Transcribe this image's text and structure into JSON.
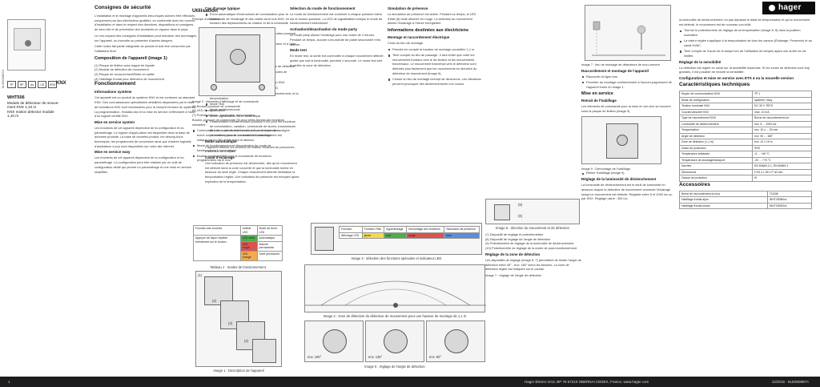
{
  "brand": {
    "logo_text": "hager",
    "accent": "#0b0b0b"
  },
  "product": {
    "side_code": "6LE000887A",
    "approval_marks": [
      "TP",
      "RF",
      "(h)",
      "CE",
      "IP20"
    ],
    "knx_mark": "KNX",
    "code": "WHT506",
    "lines": [
      "Module de détecteur de mouve-",
      "ment KNX 1,10 m",
      "KNX motion detector module",
      "1,10 m"
    ]
  },
  "col1": {
    "safety_title": "Consignes de sécurité",
    "safety_p1": "L'installation et le montage d'appareils élec-triques doivent être effectués uniquement par des électriciens qualifiés, en conformité avec les normes d'installation et dans le respect des directives, dispositions et consignes de sécu-rité et de prévention des accidents en vigueur dans le pays.",
    "safety_p2": "Le non-respect des consignes d'installation peut entraîner des dommages sur l'appareil, un incendie ou présenter d'autres dangers.",
    "safety_p3": "Cette notice fait partie intégrante du produit et doit être conservée par l'utilisateur final.",
    "composition_title": "Composition de l'appareil (image 1)",
    "composition_items": [
      "(1) Plaque de finition avec bague de façade",
      "(2) Module de détection de mouvement",
      "(3) Plaque de recouvrement/Bride en saillie",
      "(4) Habillage frontal pour détecteur de mouvement"
    ],
    "function_title": "Fonctionnement",
    "system_info_title": "Informations système",
    "system_info_p": "Cet appareil est un produit du système KNX et est conforme au standard KNX. Des connaissances spécialisées détaillées dispensées par le biais de formations KNX sont nécessaires pour la compré-hension du système. La programmation, l'installa-tion et la mise en service s'effectuent à l'aide d'un logiciel certifié KNX.",
    "easy_title": "Mise en service system",
    "easy_p": "Les fonctions de cet appareil dépendent de la configuration et du paramétrage. Le logiciel d'appli-cation est disponible dans la base de données produits. La base de données produit, les descrip-tions techniques, les programmes de conversion ainsi que d'autres logiciels d'assistance à jour sont disponibles sur notre site Internet.",
    "easy2_title": "Mise en service easy",
    "easy2_p": "Les fonctions de cet appareil dépendent de la configuration et du paramétrage. La configuration peut être réalisée par un outil de configuration dédié qui permet un paramétrage et une mise en service simplifiés."
  },
  "col2": {
    "usage_title": "Cas d'usage typique",
    "usage_items": [
      "Envoi automatique d'instructions de commutation pour la commande de l'éclairage et des volets via le bus KNX, en fonction des déplacements de chaleur et de la luminosité ambiante",
      "Commande manuelle de fonctions KNX via le bouton-poussoir intégré",
      "Convient uniquement pour une utilisation à l'intérieur et à l'abri de toute humidité",
      "Montage dans une boîte d'encastrement"
    ],
    "features_title": "Caractéristiques du produit",
    "features_items": [
      "Angle de détection réglable pour adapter la zone de détection",
      "Bouton-poussoir intégré pour la sélection des modes de fonctionnement Automatique/ Marche/Arrêt",
      "Seuil de luminosité réglable par potentiomètre ou KNX",
      "Indication des modes de fonctionnement par LED",
      "Potentiomètre pour régler la luminosité de dé-clenchement, et la temporisation",
      "Mode Test",
      "Mode multifonctionnel",
      "Mode signalisation via le canal sépar",
      "Paramétrable comme bouton-poussoir KNX pour les fonctions de commutation, variation, commande de stores, transmission de valeur, commande forcée, scène et valeur de consigne paramétrée pour la commande de chauffage"
    ],
    "operating_title": "Mode automatique",
    "operating_p": "L'appareil détecte les sources de chaleur émanant de personnes, d'animaux ou d'objets.",
    "behaviour_title": "Canal d'éclairage",
    "behaviour_p": "Une indication de présence est déclenchée, dès qu'un mouvement est détecté dans la zone couverte et que la luminosité tombe en dessous du seuil réglé. Chaque mouvement détecté réinitialise la temporisation réglée. Une indication de présence est envoyée après expiration de la temporisation."
  },
  "col3": {
    "use_title": "Utilisation",
    "principle_label": "Principe d'utilisation",
    "fig2_caption": "Image 2 : éléments d'affichage et de commande",
    "fig2_items": [
      "(5) Bouton-poussoir de commande",
      "(6) LED de signalisation",
      "(7) Potentiomètres : luminosité, temporisation"
    ],
    "func_p": "Bouton-poussoir de commande (5) pour sélec-tionner les fonctions suivantes :",
    "func_items": [
      "Commutation du mode de fonctionnement par une pression brève sur le bouton-poussoir. Le mode de fonctionnement est indiqué par la LED d'état selon le tableau.",
      "Mode de fonctionnement et désactivation du mode de fonctionnement automatique",
      "Bouton-poussoir KNX pour la commande de fonctions programmées via le bus."
    ],
    "table1_caption": "Tableau 1 : modes de fonctionnement",
    "table1_headers": [
      "Fonction des touches",
      "Indicat. LED",
      "Mode de fonct. LED"
    ],
    "table1_rows": [
      [
        "Appuyer de façon répétée brièvement sur le bouton",
        "LED verte",
        "Automatique"
      ],
      [
        "",
        "LED rouge",
        "Marche permanente"
      ],
      [
        "",
        "LED orange",
        "Arrêt permanent"
      ]
    ],
    "fig1_caption": "Image 1 : Description de l'appareil",
    "fig1_labels": [
      "(1)",
      "(2)",
      "(3)",
      "(4)"
    ]
  },
  "col4": {
    "sel_title": "Sélection du mode de fonctionnement",
    "sel_p": "Le mode de fonctionnement est commuté à chaque pression brève sur le bouton-poussoir. La LED de signalisation indique le mode de fonctionnement sélectionné.",
    "activate_title": "Activation/désactivation du mode party",
    "activate_p": "Le mode party allume l'éclairage pour une durée de 2 heures. Pendant ce temps, aucune com-mande de paste secondaire n'est activée.",
    "test_title": "Mode test",
    "test_p": "En mode test, la sortie est commutée à chaque mouvement détecté, quelle que soit la luminosité, pendant 1 seconde. Le mode test sert à vérifier la zone de détection.",
    "fig3_caption": "Image 3 : sélection des fonctions spéciales et indicateur LED",
    "fig3_headers": [
      "Fonction",
      "Fonction Fitte",
      "Appentissage",
      "Verrouillage des fonctions",
      "Simulation de présence"
    ],
    "fig3_rows": [
      [
        "Affichage LED",
        "jaune",
        "vert",
        "rouge",
        "bleu"
      ]
    ],
    "fig3_note": "Vue arrière de l'appareil : vis de réglage",
    "fig4_caption": "Image 4 : zone de détection du détecteur de mouvement pour une hauteur de montage de 1,1 m",
    "fig4_labels": [
      "env. 180°",
      "env. 135°",
      "env. 90°"
    ],
    "fig5_caption": "Image 5 : réglage de l'angle de détection"
  },
  "col5": {
    "sim_title": "Simulation de présence",
    "sim_p": "La simulation de présence est active. Pendant ce temps, la LED d'état (6) reste allumée en rouge. La sélection du mouvement allume l'éclairage à l'heure enregistrée.",
    "elec_title": "Informations destinées aux électriciens",
    "mount_title": "Montage et raccordement électrique",
    "mount_p": "Choix du lieu de montage",
    "mount_items": [
      "Prendre en compte la hauteur de montage conseillée 1,1 m.",
      "Tenir compte du lieu de passage : il faut éviter que votre les mouvements frontaux vers le dé-tecteur et les mouvements tranversaux. Le mouvement tranversal vers le détecteur sont détectés plus facilement que les mouvements en direction du détecteur de mouvement (image 6).",
      "Choisir un lieu de montage exempt de vibra-tions. Les vibrations peuvent provoquer des déclenchements non voulus."
    ],
    "fig6_caption": "Image 6 : direction du mouvement et de détection",
    "fig6_labels": [
      "(9)",
      "(8)"
    ],
    "fig7_caption": "Image 7 : réglage de l'angle de détection",
    "fig7_items": [
      "(7) Dispositif de réglage et potentiomètres",
      "(8) Dispositif de réglage de l'angle de détection",
      "(9) Potentiomètre de réglage de la luminosité de déclenchement",
      "(10) Potentiomètre de réglage de la durée de post-fonctionnement"
    ],
    "zone_title": "Réglage de la zone de détection",
    "zone_p": "Les dispositifs de réglage (image 8, 7) permettent de limiter l'angle de détection entre 45° - env. 180° selon les besoins. La zone de détection réglée est indiquée sur le cadran."
  },
  "col6": {
    "fig8_caption": "Image 7 : lieu de montage de détecteurs de mou-vement",
    "connect_title": "Raccordement et montage de l'appareil",
    "connect_items": [
      "Raccorder la ligne bus.",
      "Procéder au montage conformément à l'accom-pagnement de l'appareil fourni en image 1."
    ],
    "commission_title": "Mise en service",
    "commission_sub": "Retrait de l'habillage",
    "commission_p": "Les éléments de commande pour la mise en ser-vice se trouvent sous la plaque de finition (image 9).",
    "fig9_caption": "Image 9 : Démontage de l'habillage",
    "fig9_item": "Retirer l'habillage (image 9).",
    "adjust_title": "Réglage de la luminosité de déclenchement",
    "adjust_p": "La luminosité de déclenchement est le seuil de luminosité en dessous duquel le détecteur de mouvement commute l'éclairage lorsqu'un mouvement est détecté. Réglable entre 5 et 1000 lux ou par KNX. Réglage usine : 300 lux."
  },
  "col7": {
    "lum_p": "la luminosité de déclenchement n'a pas dépassé le délai de temporisation et qu'un mouvement est détecté, le mouvement est de nouveau con-trôlé.",
    "lum_items": [
      "Tourner le potentiomètre de réglage de la temporisation (image 8, 8) dans la position souhaitée.",
      "La valeur réglée s'applique à la temporisation de tous les canaux (Éclairage, Présence) et au canal HVAC.",
      "Tenir compte de l'usure de la lampe lors de l'utilisation de lampes ayant une durée de vie limitée."
    ],
    "pdt_title": "Réglage de la sensibilité",
    "pdt_p": "La détection est réglée en usine sur la sensibilité maximale. Si les zones de détection sont trop grandes, il est possible de réduire la sensibilité.",
    "easy_title": "Configuration et mise en service avec ETS 4 ou la nouvelle version",
    "specs_title": "Caractéristiques techniques",
    "specs": [
      [
        "Moyen de communication KNX",
        "TP 1"
      ],
      [
        "Mode de configuration",
        "système, easy"
      ],
      [
        "Tension nominale KNX",
        "DC 30 V TBTS"
      ],
      [
        "Courant absorbé KNX",
        "max. 10 mA"
      ],
      [
        "Type de raccordement KNX",
        "Borne de raccordement bus"
      ],
      [
        "Luminosité de déclenchement",
        "env. 5 ... 1000 lux"
      ],
      [
        "Temporisation",
        "env. 10 s ... 30 min"
      ],
      [
        "Angle de détection",
        "env. 90 ... 180°"
      ],
      [
        "Zone de détection (1,1 m)",
        "env. 12 x 15 m"
      ],
      [
        "Indice de protection",
        "IP20"
      ],
      [
        "Température ambiante",
        "-5 ... +45 °C"
      ],
      [
        "Température de stockage/transport",
        "-20 ... +70 °C"
      ],
      [
        "Normes",
        "EN 60669-2-1, EN 60669-1"
      ],
      [
        "Dimensions",
        "H 81 x L 80 x P 40 mm"
      ],
      [
        "Classe de protection",
        "III"
      ]
    ],
    "access_title": "Accessoires",
    "access": [
      [
        "Borne de raccordement du bus",
        "TG008"
      ],
      [
        "Habillage frontal alpin",
        "WHT250B0xx"
      ],
      [
        "Habillage frontal lumax",
        "WHT250E0xx"
      ]
    ]
  },
  "footer": {
    "page_left": "1",
    "company": "Hager Electro SAS, BP 78 67210 OBERNAI CEDEX, France, www.hager.com",
    "code": "12/2016 · 6LE000887A"
  }
}
